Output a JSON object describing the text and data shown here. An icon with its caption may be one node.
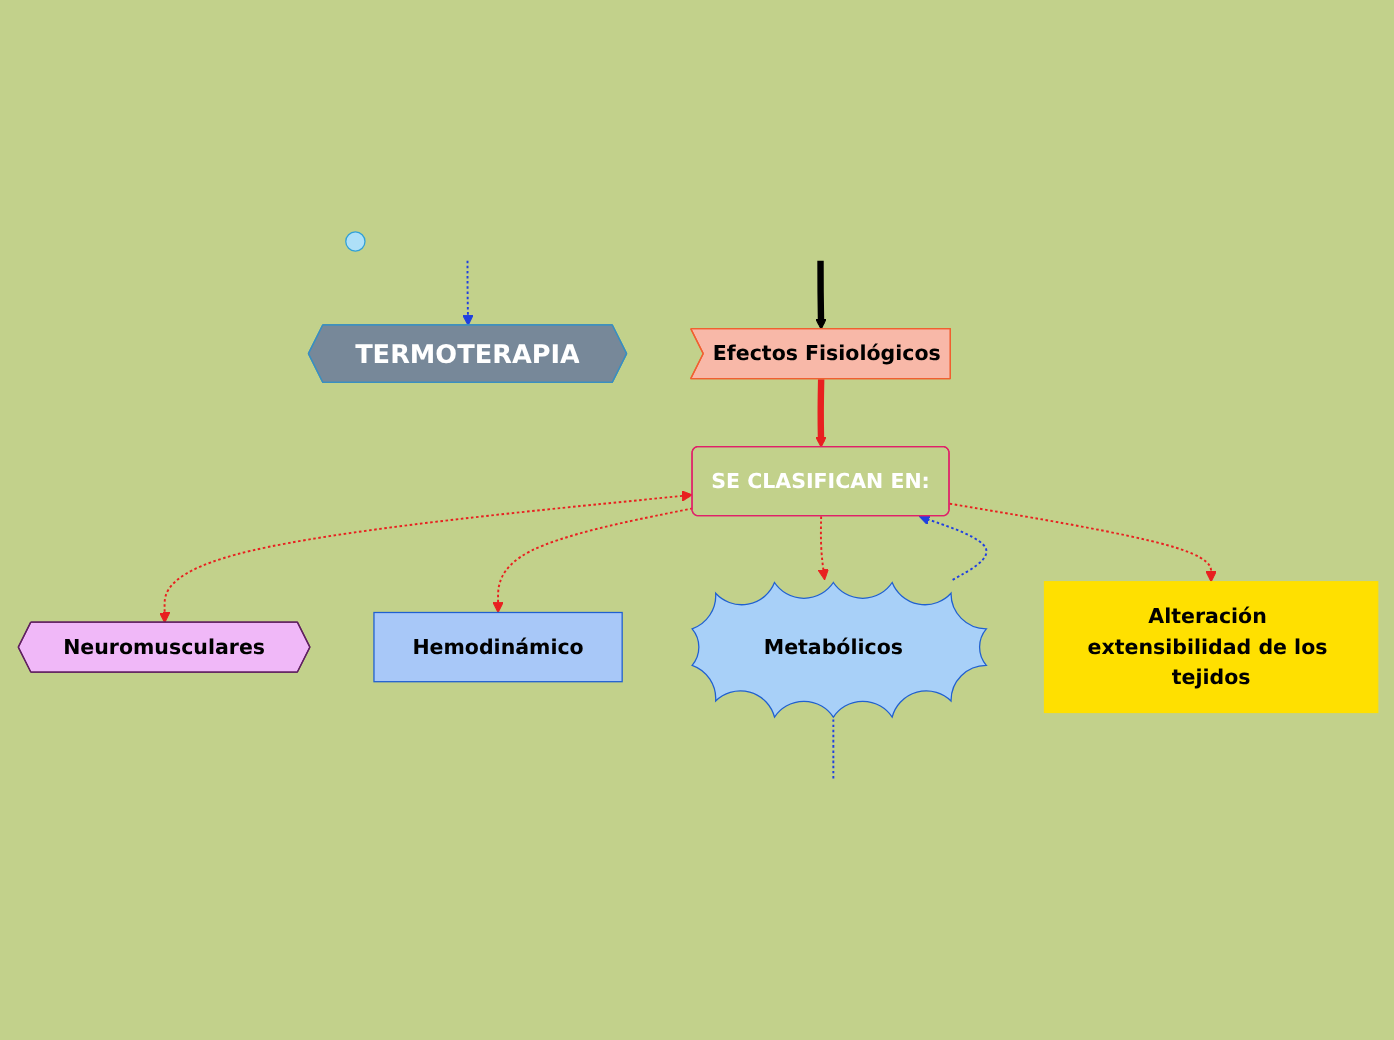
{
  "diagram": {
    "nodes": [
      {
        "text": [
          "TERMOTERAPIA"
        ]
      },
      {
        "text": [],
        "shape": "circle"
      },
      {
        "text": [
          "Efectos Fisiológicos"
        ]
      },
      {
        "text": [
          "SE CLASIFICAN EN:"
        ]
      },
      {
        "text": [
          "Neuromusculares"
        ]
      },
      {
        "text": [
          "Hemodinámico"
        ]
      },
      {
        "text": [
          "Metabólicos"
        ]
      },
      {
        "text": [
          "Alteración extensibilidad de los tejidos"
        ]
      }
    ],
    "edges": [
      {
        "from": null,
        "to": 0,
        "arrow": "to",
        "style": "dashed",
        "color": "#2040e0"
      },
      {
        "from": null,
        "to": 2,
        "arrow": "to",
        "style": "thick",
        "color": "#000000"
      },
      {
        "from": 2,
        "to": 3,
        "arrow": "to",
        "style": "thick"
      },
      {
        "from": 3,
        "to": 4,
        "arrow": "both",
        "style": "dashed"
      },
      {
        "from": 3,
        "to": 5,
        "arrow": "to",
        "style": "dashed"
      },
      {
        "from": 3,
        "to": 6,
        "arrow": "to",
        "style": "dashed"
      },
      {
        "from": 6,
        "to": 3,
        "arrow": "to",
        "style": "dashed",
        "color": "#2040e0"
      },
      {
        "from": 3,
        "to": 7,
        "arrow": "to",
        "style": "dashed"
      },
      {
        "from": 6,
        "to": null,
        "arrow": "none",
        "style": "dashed",
        "color": "#2040e0"
      }
    ]
  }
}
